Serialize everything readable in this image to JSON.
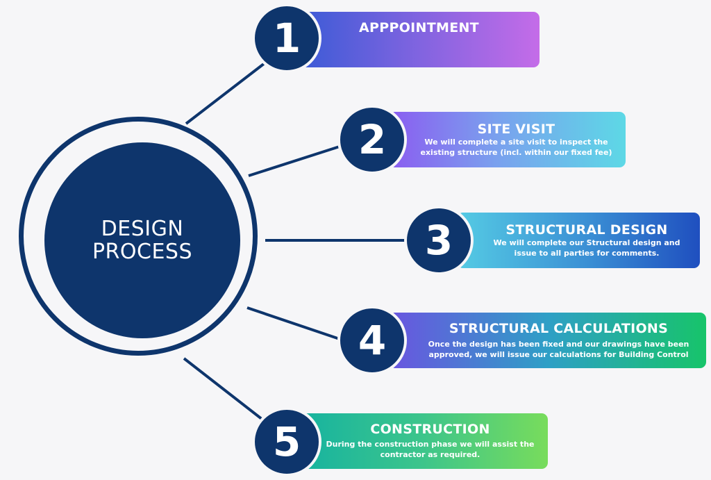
{
  "hub": {
    "line1": "DESIGN",
    "line2": "PROCESS"
  },
  "steps": [
    {
      "number": "1",
      "title": "APPPOINTMENT",
      "desc_line1": "",
      "desc_line2": ""
    },
    {
      "number": "2",
      "title": "SITE VISIT",
      "desc_line1": "We will complete a site visit to inspect the",
      "desc_line2": "existing structure (incl. within our fixed fee)"
    },
    {
      "number": "3",
      "title": "STRUCTURAL DESIGN",
      "desc_line1": "We will complete our Structural design and",
      "desc_line2": "issue to all parties for comments."
    },
    {
      "number": "4",
      "title": "STRUCTURAL CALCULATIONS",
      "desc_line1": "Once the design has been fixed and our drawings have been",
      "desc_line2": "approved, we will issue our calculations for Building Control"
    },
    {
      "number": "5",
      "title": "CONSTRUCTION",
      "desc_line1": "During the construction phase we will assist the",
      "desc_line2": "contractor as required."
    }
  ],
  "colors": {
    "navy": "#0e356c",
    "background": "#f6f6f8",
    "step1_gradient": [
      "#3b5bd6",
      "#c46ce8"
    ],
    "step2_gradient": [
      "#8b5cf0",
      "#5dd8e6"
    ],
    "step3_gradient": [
      "#55cbe4",
      "#1f4fbf"
    ],
    "step4_gradient": [
      "#6a55e0",
      "#17c46a"
    ],
    "step5_gradient": [
      "#16b3a0",
      "#78dc5c"
    ]
  }
}
